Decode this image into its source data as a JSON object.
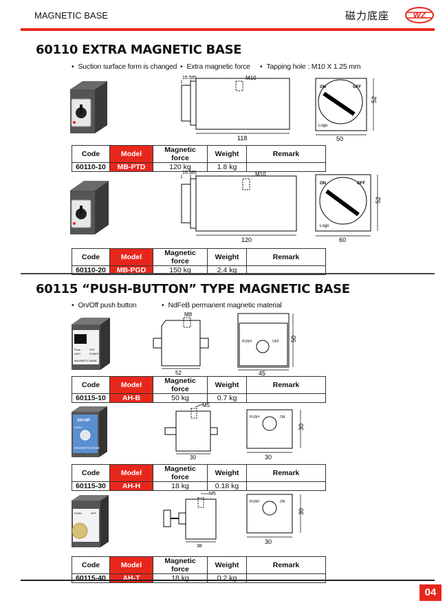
{
  "header": {
    "title": "MAGNETIC BASE",
    "cjk_title": "磁力底座",
    "logo_text": "WZ"
  },
  "table_headers": {
    "code": "Code",
    "model": "Model",
    "magnetic_force": "Magnetic force",
    "weight": "Weight",
    "remark": "Remark"
  },
  "section1": {
    "title": "60110  EXTRA MAGNETIC BASE",
    "bullets": [
      "Suction surface form is changed",
      "Extra magnetic force",
      "Tapping hole : M10 X 1.25 mm"
    ],
    "products": [
      {
        "code": "60110-10",
        "model": "MB-PTD",
        "force": "120  kg",
        "weight": "1.8  kg",
        "remark": "",
        "dims": {
          "a": "15.5",
          "b": "35",
          "thread": "M10",
          "length": "118",
          "width": "50",
          "height": "52"
        }
      },
      {
        "code": "60110-20",
        "model": "MB-PGD",
        "force": "150  kg",
        "weight": "2.4  kg",
        "remark": "",
        "dims": {
          "a": "15.5",
          "b": "35",
          "thread": "M10",
          "length": "120",
          "width": "60",
          "height": "52"
        }
      }
    ],
    "dial": {
      "on": "ON",
      "off": "OFF",
      "logo": "Logo"
    }
  },
  "section2": {
    "title": "60115  “PUSH-BUTTON” TYPE MAGNETIC BASE",
    "bullets": [
      "On/Off push button",
      "NdFeB permanent magnetic material"
    ],
    "products": [
      {
        "code": "60115-10",
        "model": "AH-B",
        "force": "50  kg",
        "weight": "0.7  kg",
        "remark": "",
        "dims": {
          "thread": "M8",
          "length": "52",
          "width": "45",
          "height": "50"
        },
        "face": {
          "push": "PUSH",
          "off": "OFF"
        },
        "photo": {
          "push": "Push",
          "high": "HIGH",
          "off": "OFF",
          "power": "POWER",
          "label": "MAGNETIC BASE"
        }
      },
      {
        "code": "60115-30",
        "model": "AH-H",
        "force": "18  kg",
        "weight": "0.18  kg",
        "remark": "",
        "dims": {
          "thread": "M5",
          "length": "30",
          "width": "30",
          "height": "30"
        },
        "face": {
          "push": "PUSH",
          "on": "ON"
        },
        "photo": {
          "model": "AH-HP",
          "push": "PUSH",
          "label": "MAGNETIC BASE"
        }
      },
      {
        "code": "60115-40",
        "model": "AH-T",
        "force": "18  kg",
        "weight": "0.2  kg",
        "remark": "",
        "dims": {
          "thread": "M5",
          "length": "38",
          "width": "30",
          "height": "30"
        },
        "face": {
          "push": "PUSH",
          "on": "ON"
        },
        "photo": {
          "push": "PUSH",
          "off": "OFF"
        }
      }
    ]
  },
  "page_number": "04"
}
